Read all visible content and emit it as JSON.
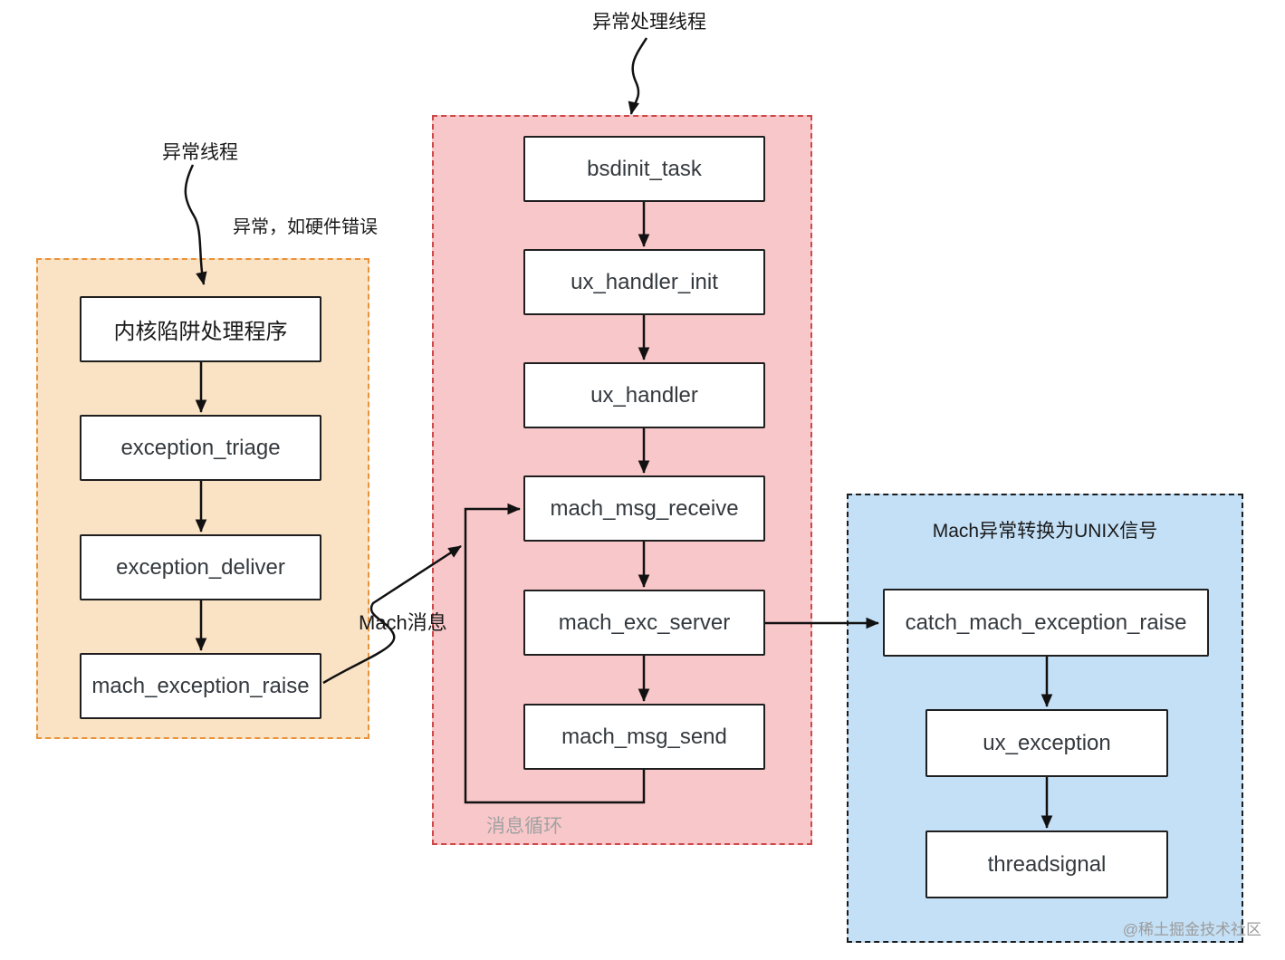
{
  "annotations": {
    "exception_handler_thread": "异常处理线程",
    "exception_thread": "异常线程",
    "hardware_error": "异常，如硬件错误",
    "mach_message": "Mach消息"
  },
  "kernel_region": {
    "nodes": [
      "内核陷阱处理程序",
      "exception_triage",
      "exception_deliver",
      "mach_exception_raise"
    ]
  },
  "message_loop_region": {
    "caption": "消息循环",
    "nodes": [
      "bsdinit_task",
      "ux_handler_init",
      "ux_handler",
      "mach_msg_receive",
      "mach_exc_server",
      "mach_msg_send"
    ]
  },
  "signal_region": {
    "title": "Mach异常转换为UNIX信号",
    "nodes": [
      "catch_mach_exception_raise",
      "ux_exception",
      "threadsignal"
    ]
  },
  "watermark": "@稀土掘金技术社区",
  "colors": {
    "orange_fill": "#fae3c4",
    "orange_border": "#e8923a",
    "pink_fill": "#f8c7ca",
    "pink_border": "#ce4848",
    "blue_fill": "#c4e0f6",
    "blue_border": "#1c1c1c",
    "node_border": "#1f1f1f",
    "node_text": "#33393e",
    "gray_label": "#a2a2a2",
    "arrow": "#111111"
  }
}
